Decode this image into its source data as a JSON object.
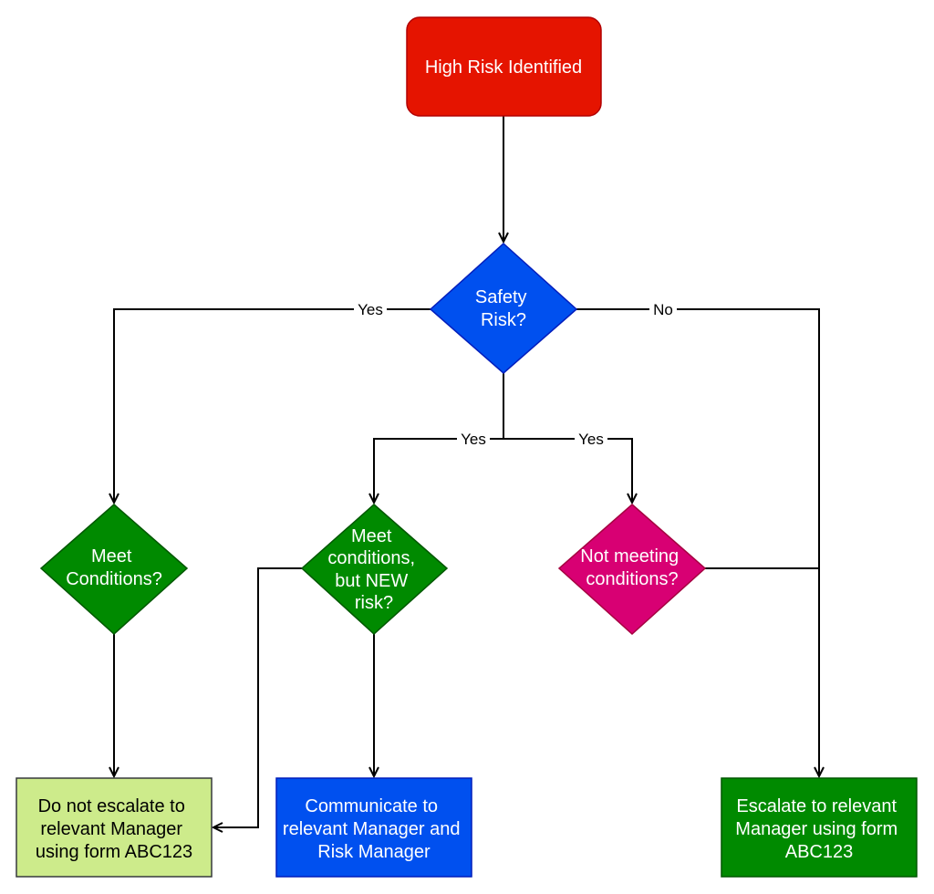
{
  "nodes": {
    "start": {
      "label": "High Risk Identified",
      "shape": "rounded-rectangle",
      "fill": "#e51400",
      "stroke": "#b20000",
      "text_color": "#ffffff"
    },
    "safety": {
      "lines": [
        "Safety",
        "Risk?"
      ],
      "shape": "diamond",
      "fill": "#0050ef",
      "stroke": "#001dbc",
      "text_color": "#ffffff"
    },
    "meet": {
      "lines": [
        "Meet",
        "Conditions?"
      ],
      "shape": "diamond",
      "fill": "#008a00",
      "stroke": "#005700",
      "text_color": "#ffffff"
    },
    "new_risk": {
      "lines": [
        "Meet",
        "conditions,",
        "but NEW",
        "risk?"
      ],
      "shape": "diamond",
      "fill": "#008a00",
      "stroke": "#005700",
      "text_color": "#ffffff"
    },
    "not_meeting": {
      "lines": [
        "Not meeting",
        "conditions?"
      ],
      "shape": "diamond",
      "fill": "#d80073",
      "stroke": "#a50040",
      "text_color": "#ffffff"
    },
    "no_escalate": {
      "lines": [
        "Do not escalate to",
        "relevant Manager",
        "using form ABC123"
      ],
      "shape": "rectangle",
      "fill": "#cdeb8b",
      "stroke": "#36393d",
      "text_color": "#000000"
    },
    "communicate": {
      "lines": [
        "Communicate to",
        "relevant Manager and",
        "Risk Manager"
      ],
      "shape": "rectangle",
      "fill": "#0050ef",
      "stroke": "#001dbc",
      "text_color": "#ffffff"
    },
    "escalate": {
      "lines": [
        "Escalate to relevant",
        "Manager using form",
        "ABC123"
      ],
      "shape": "rectangle",
      "fill": "#008a00",
      "stroke": "#005700",
      "text_color": "#ffffff"
    }
  },
  "edges": {
    "safety_to_meet": "Yes",
    "safety_to_escalate": "No",
    "safety_to_new_risk": "Yes",
    "safety_to_not_meeting": "Yes"
  }
}
